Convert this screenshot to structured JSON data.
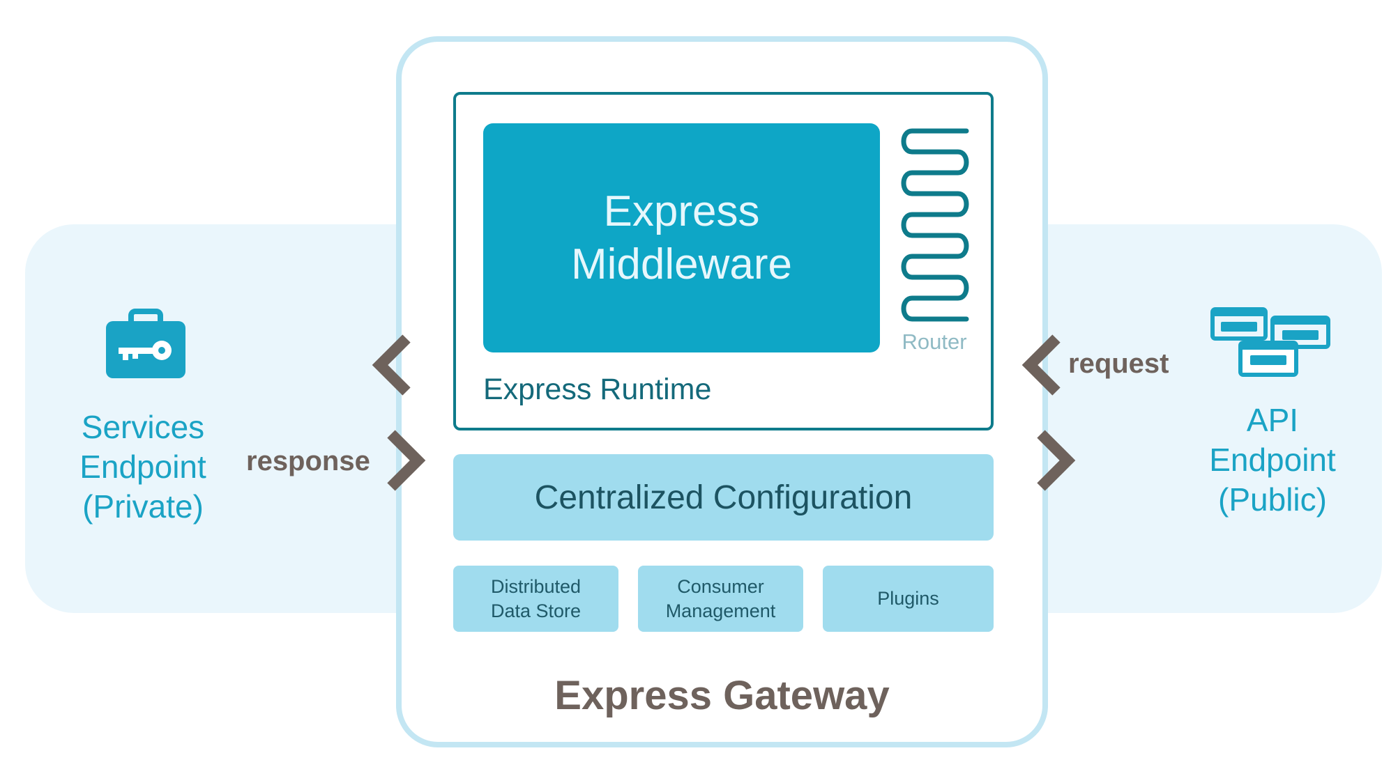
{
  "diagram": {
    "gateway_title": "Express Gateway",
    "runtime": {
      "label": "Express Runtime",
      "middleware": [
        "Express",
        "Middleware"
      ],
      "router_label": "Router"
    },
    "central_config": "Centralized Configuration",
    "modules": [
      {
        "lines": [
          "Distributed",
          "Data Store"
        ]
      },
      {
        "lines": [
          "Consumer",
          "Management"
        ]
      },
      {
        "lines": [
          "Plugins"
        ]
      }
    ],
    "left_endpoint": {
      "lines": [
        "Services",
        "Endpoint",
        "(Private)"
      ],
      "icon": "briefcase-key-icon"
    },
    "right_endpoint": {
      "lines": [
        "API",
        "Endpoint",
        "(Public)"
      ],
      "icon": "www-windows-icon"
    },
    "flows": {
      "response": "response",
      "request": "request"
    },
    "colors": {
      "band": "#eaf6fc",
      "gateway_border": "#c3e6f3",
      "runtime_border": "#0e7b8b",
      "middleware_fill": "#0ea6c6",
      "light_box": "#a0dcee",
      "endpoint_text": "#1aa3c5",
      "arrow": "#6e625c"
    }
  }
}
